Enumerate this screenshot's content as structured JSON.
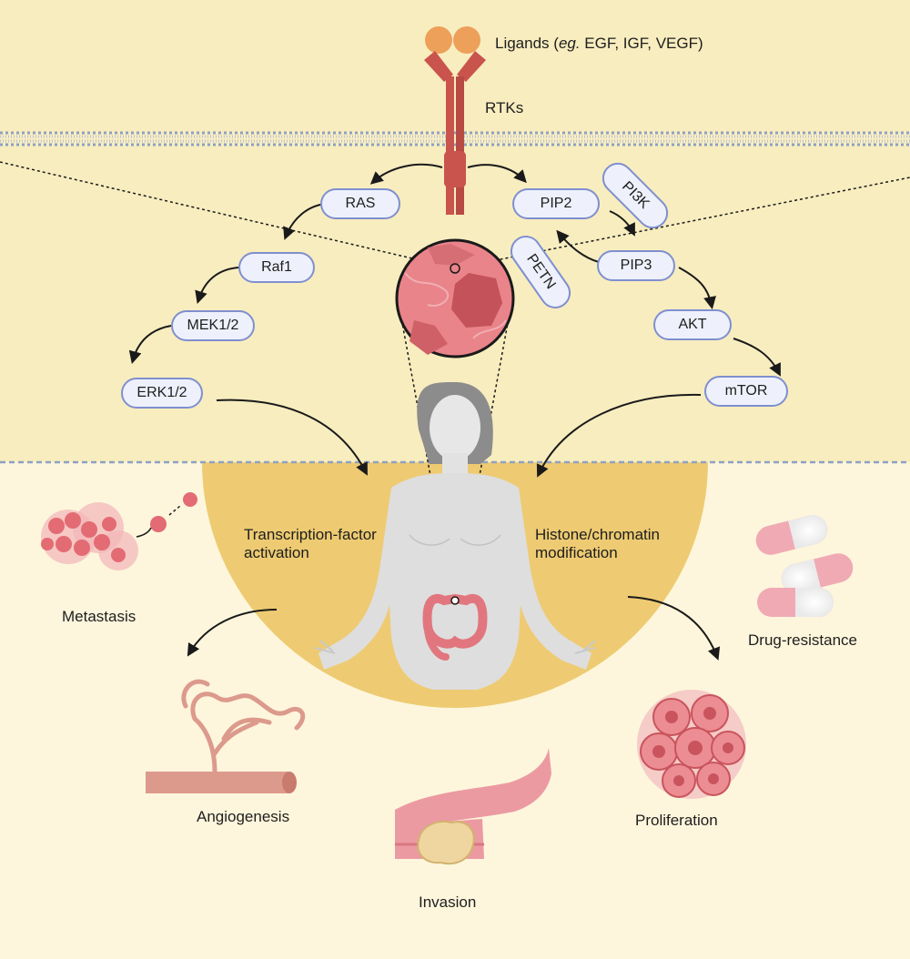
{
  "labels": {
    "ligands_prefix": "Ligands (",
    "ligands_eg": "eg.",
    "ligands_list": " EGF, IGF, VEGF)",
    "rtks": "RTKs",
    "transcription_line1": "Transcription-factor",
    "transcription_line2": "activation",
    "histone_line1": "Histone/chromatin",
    "histone_line2": "modification",
    "metastasis": "Metastasis",
    "drug_resistance": "Drug-resistance",
    "angiogenesis": "Angiogenesis",
    "proliferation": "Proliferation",
    "invasion": "Invasion"
  },
  "pathway": {
    "ras": "RAS",
    "raf1": "Raf1",
    "mek": "MEK1/2",
    "erk": "ERK1/2",
    "pip2": "PIP2",
    "pi3k": "PI3K",
    "petn": "PETN",
    "pip3": "PIP3",
    "akt": "AKT",
    "mtor": "mTOR"
  },
  "colors": {
    "upper_bg": "#f8edbf",
    "lower_bg": "#fdf6dc",
    "semicircle": "#eecb72",
    "node_border": "#7f8fcf",
    "node_fill": "#eef1fb",
    "receptor": "#c9544d",
    "ligand": "#eca05a",
    "tissue_pink": "#e9848a",
    "body_gray": "#dedede"
  }
}
